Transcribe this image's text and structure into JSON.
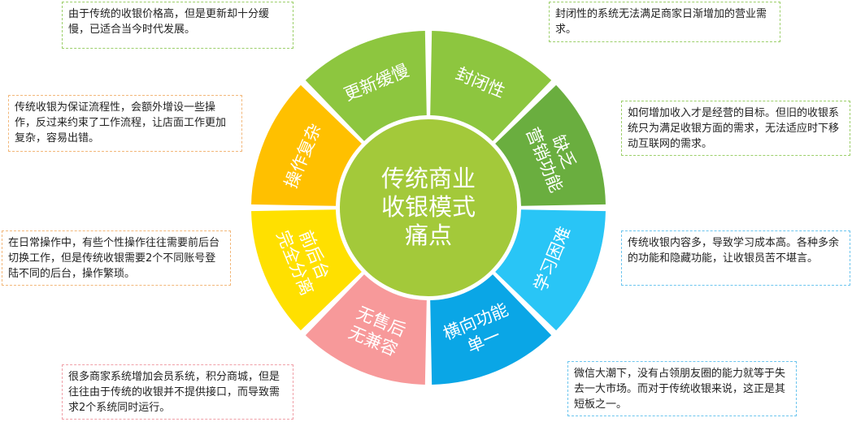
{
  "center": {
    "lines": [
      "传统商业",
      "收银模式",
      "痛点"
    ],
    "color": "#a3c93a"
  },
  "segments": [
    {
      "id": "slow-update",
      "lines": [
        "更新缓慢"
      ],
      "color": "#8dc63f"
    },
    {
      "id": "closed",
      "lines": [
        "封闭性"
      ],
      "color": "#8dc63f"
    },
    {
      "id": "lack-marketing",
      "lines": [
        "缺乏",
        "营销功能"
      ],
      "color": "#6aae3f"
    },
    {
      "id": "hard-to-learn",
      "lines": [
        "学习困难"
      ],
      "color": "#29c5f6"
    },
    {
      "id": "single-function",
      "lines": [
        "横向功能",
        "单一"
      ],
      "color": "#0aa6e6"
    },
    {
      "id": "no-aftersale",
      "lines": [
        "无售后",
        "无兼容"
      ],
      "color": "#f7999a"
    },
    {
      "id": "backend-split",
      "lines": [
        "前后台",
        "完全分离"
      ],
      "color": "#ffe000"
    },
    {
      "id": "complex-op",
      "lines": [
        "操作复杂"
      ],
      "color": "#ffc000"
    }
  ],
  "notes": {
    "slow_update": "由于传统的收银价格高，但是更新却十分缓慢，已适合当今时代发展。",
    "closed": "封闭性的系统无法满足商家日渐增加的营业需求。",
    "lack_marketing": "如何增加收入才是经营的目标。但旧的收银系统只为满足收银方面的需求，无法适应时下移动互联网的需求。",
    "hard_to_learn": "传统收银内容多，导致学习成本高。各种多余的功能和隐藏功能，让收银员苦不堪言。",
    "single_function": "微信大潮下，没有占领朋友圈的能力就等于失去一大市场。而对于传统收银来说，这正是其短板之一。",
    "no_aftersale": "很多商家系统增加会员系统，积分商城，但是往往由于传统的收银并不提供接口，而导致需求2个系统同时运行。",
    "backend_split": "在日常操作中，有些个性操作往往需要前后台切换工作，但是传统收银需要2个不同账号登陆不同的后台，操作繁琐。",
    "complex_op": "传统收银为保证流程性，会额外增设一些操作，反过来约束了工作流程，让店面工作更加复杂，容易出错。"
  },
  "note_border_colors": {
    "green": "#9ccf6a",
    "orange": "#f2b77a",
    "blue": "#6cc5ee",
    "pink": "#f0a0a8"
  }
}
